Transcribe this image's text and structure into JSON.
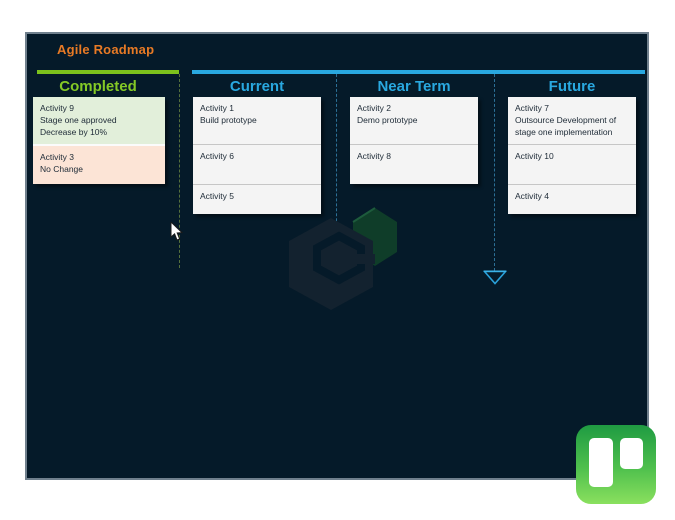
{
  "page": {
    "title": "Agile Roadmap"
  },
  "colors": {
    "panel_background": "#051a29",
    "title_orange": "#e87a25",
    "completed_green": "#84c926",
    "completed_rule_green": "#7cc11c",
    "header_cyan": "#29a8e0",
    "card_green": "#e2efda",
    "card_peach": "#fce4d6",
    "card_neutral": "#f4f4f4",
    "logo_green_top": "#1f9b42",
    "logo_green_bottom": "#8ae05e"
  },
  "icons": {
    "down_arrow": "down-triangle-icon",
    "watermark": "hexagon-watermark",
    "cursor": "mouse-pointer-icon",
    "logo": "trello-logo"
  },
  "board": {
    "columns": [
      {
        "id": "completed",
        "label": "Completed",
        "cards": [
          {
            "lines": [
              "Activity 9",
              "Stage one approved",
              "Decrease by 10%"
            ]
          },
          {
            "lines": [
              "Activity 3",
              "No Change"
            ]
          }
        ]
      },
      {
        "id": "current",
        "label": "Current",
        "cards": [
          {
            "lines": [
              "Activity 1",
              "Build prototype"
            ]
          },
          {
            "lines": [
              "Activity 6"
            ]
          },
          {
            "lines": [
              "Activity 5"
            ]
          }
        ]
      },
      {
        "id": "near-term",
        "label": "Near Term",
        "cards": [
          {
            "lines": [
              "Activity 2",
              "Demo prototype"
            ]
          },
          {
            "lines": [
              "Activity 8"
            ]
          }
        ]
      },
      {
        "id": "future",
        "label": "Future",
        "cards": [
          {
            "lines": [
              "Activity 7",
              "Outsource Development of stage one implementation"
            ]
          },
          {
            "lines": [
              "Activity 10"
            ]
          },
          {
            "lines": [
              "Activity 4"
            ]
          }
        ]
      }
    ]
  }
}
